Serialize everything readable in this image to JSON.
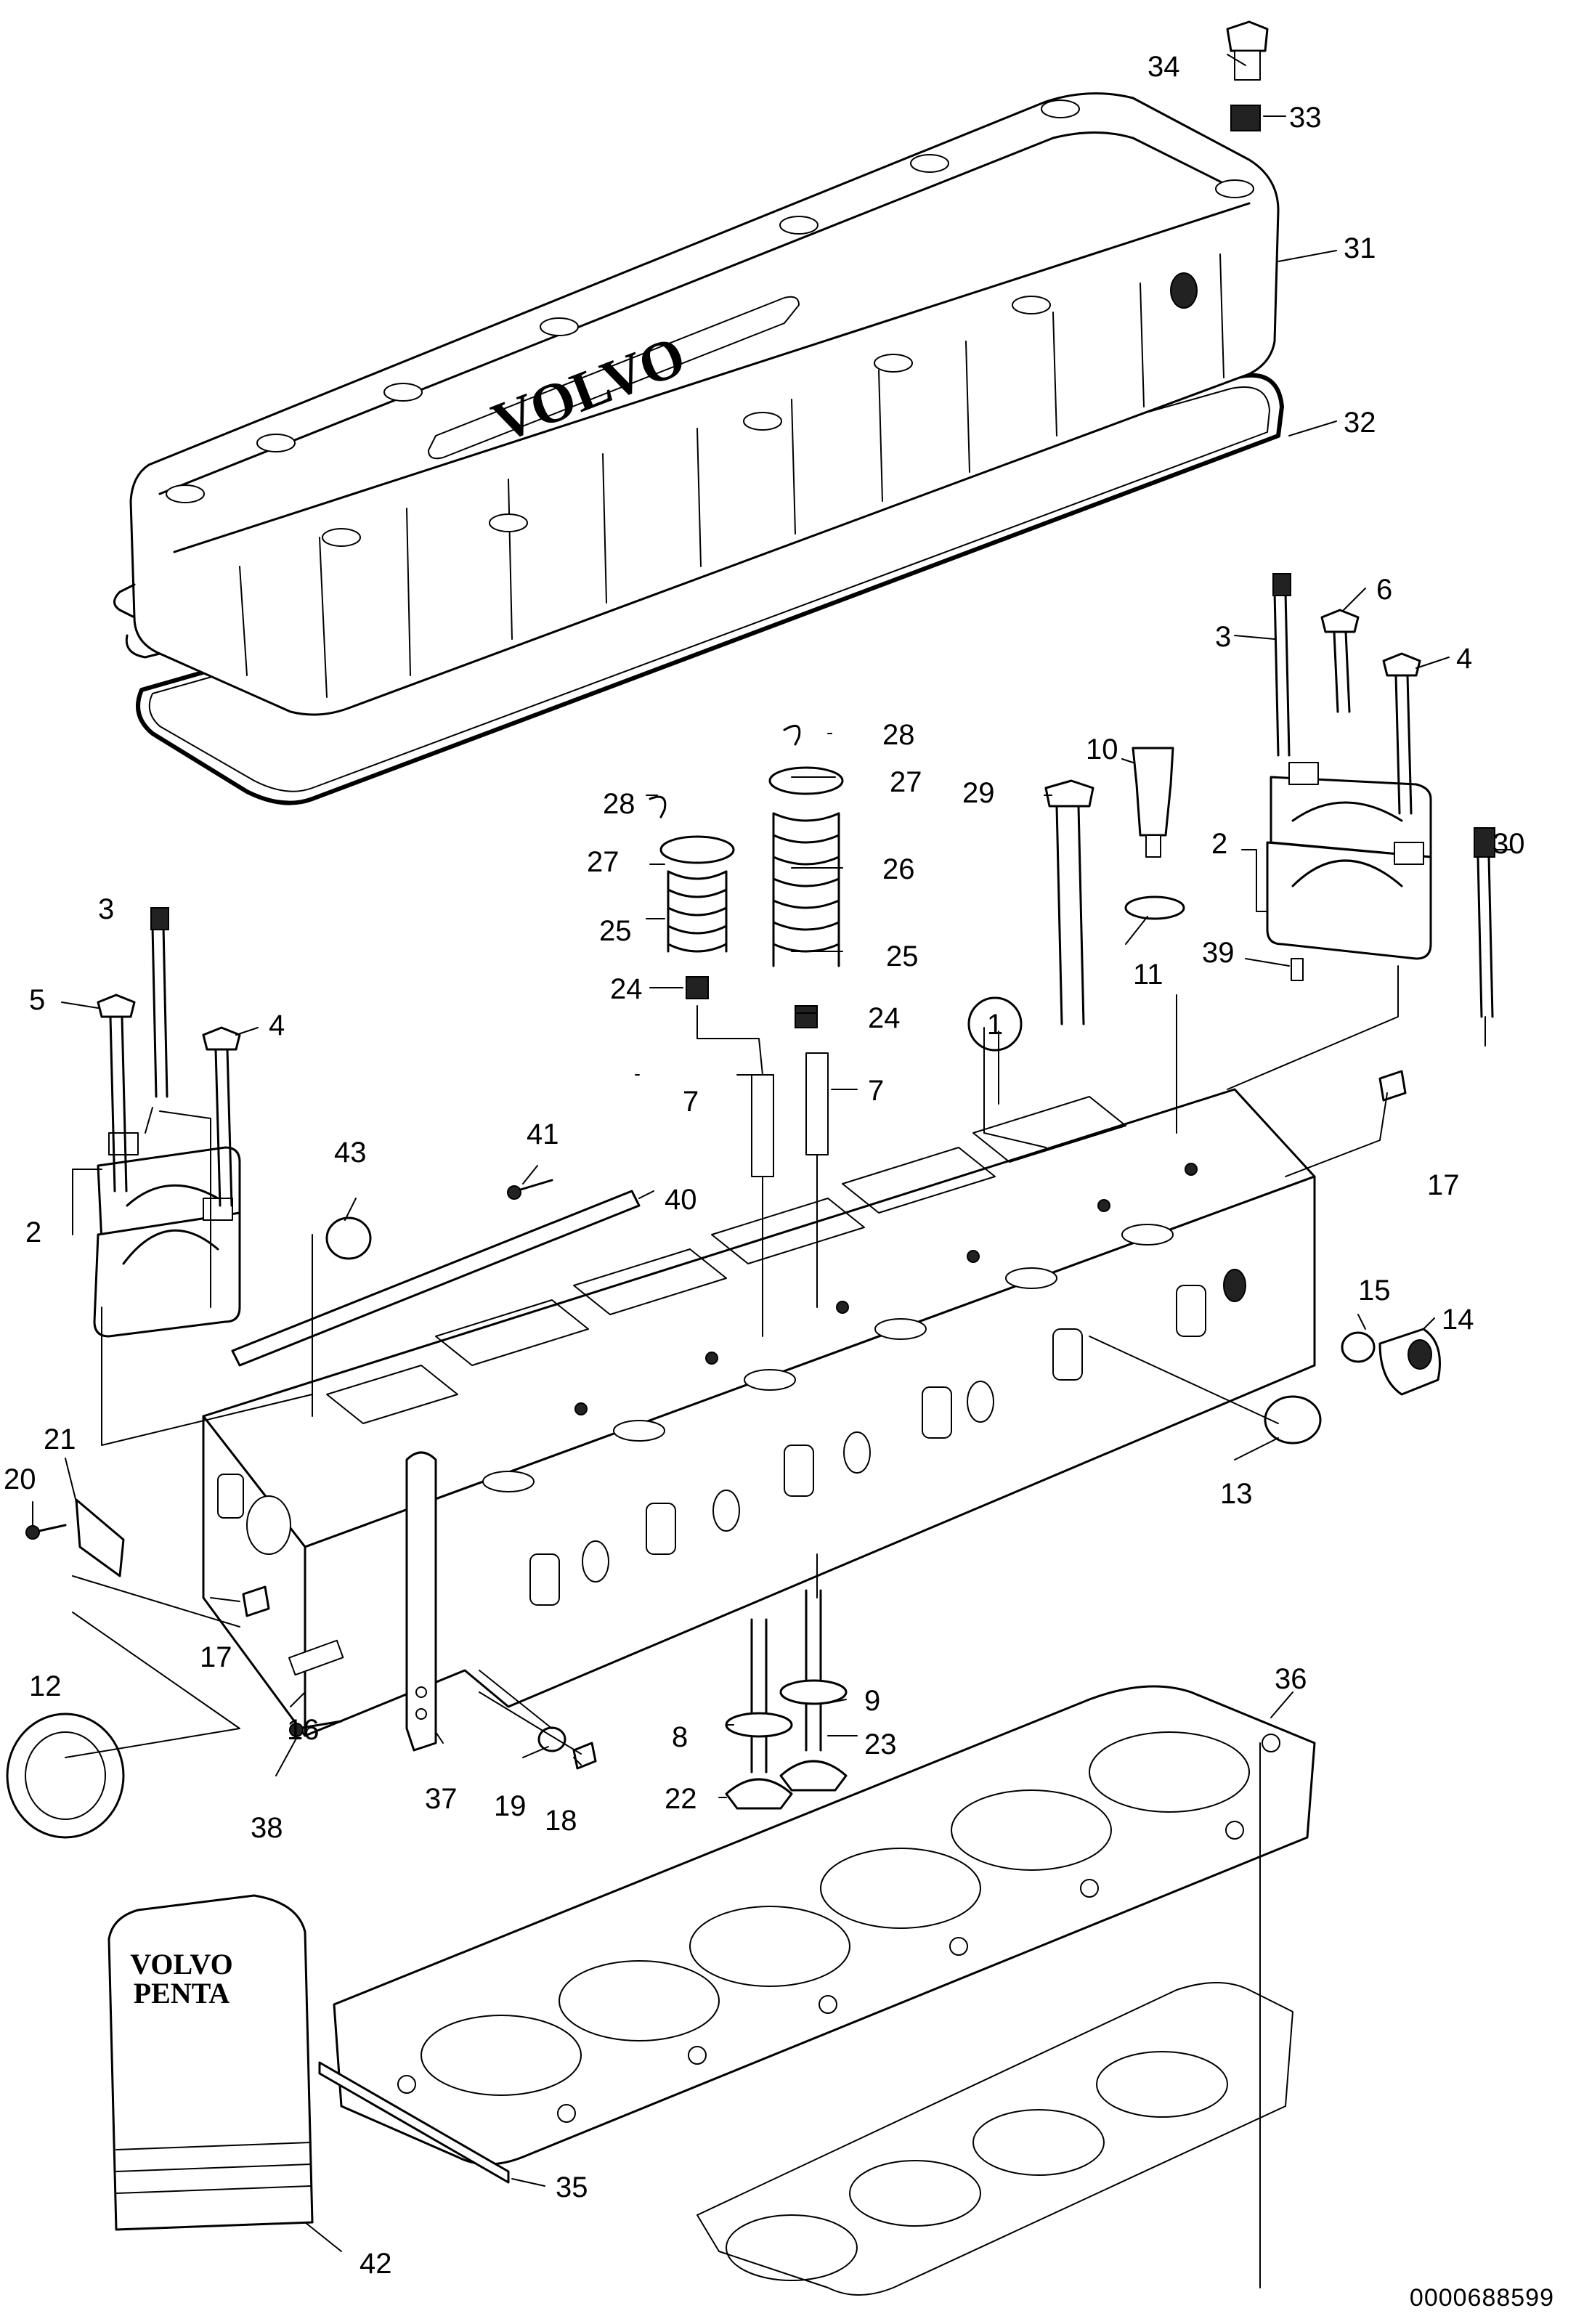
{
  "document_ref": "0000688599",
  "logo": {
    "cover_text": "VOLVO",
    "box_line1": "VOLVO",
    "box_line2": "PENTA"
  },
  "part_numbers": [
    "1",
    "2",
    "3",
    "4",
    "5",
    "6",
    "7",
    "8",
    "9",
    "10",
    "11",
    "12",
    "13",
    "14",
    "15",
    "16",
    "17",
    "18",
    "19",
    "20",
    "21",
    "22",
    "23",
    "24",
    "25",
    "26",
    "27",
    "28",
    "29",
    "30",
    "31",
    "32",
    "33",
    "34",
    "35",
    "36",
    "37",
    "38",
    "39",
    "40",
    "41",
    "42",
    "43"
  ]
}
